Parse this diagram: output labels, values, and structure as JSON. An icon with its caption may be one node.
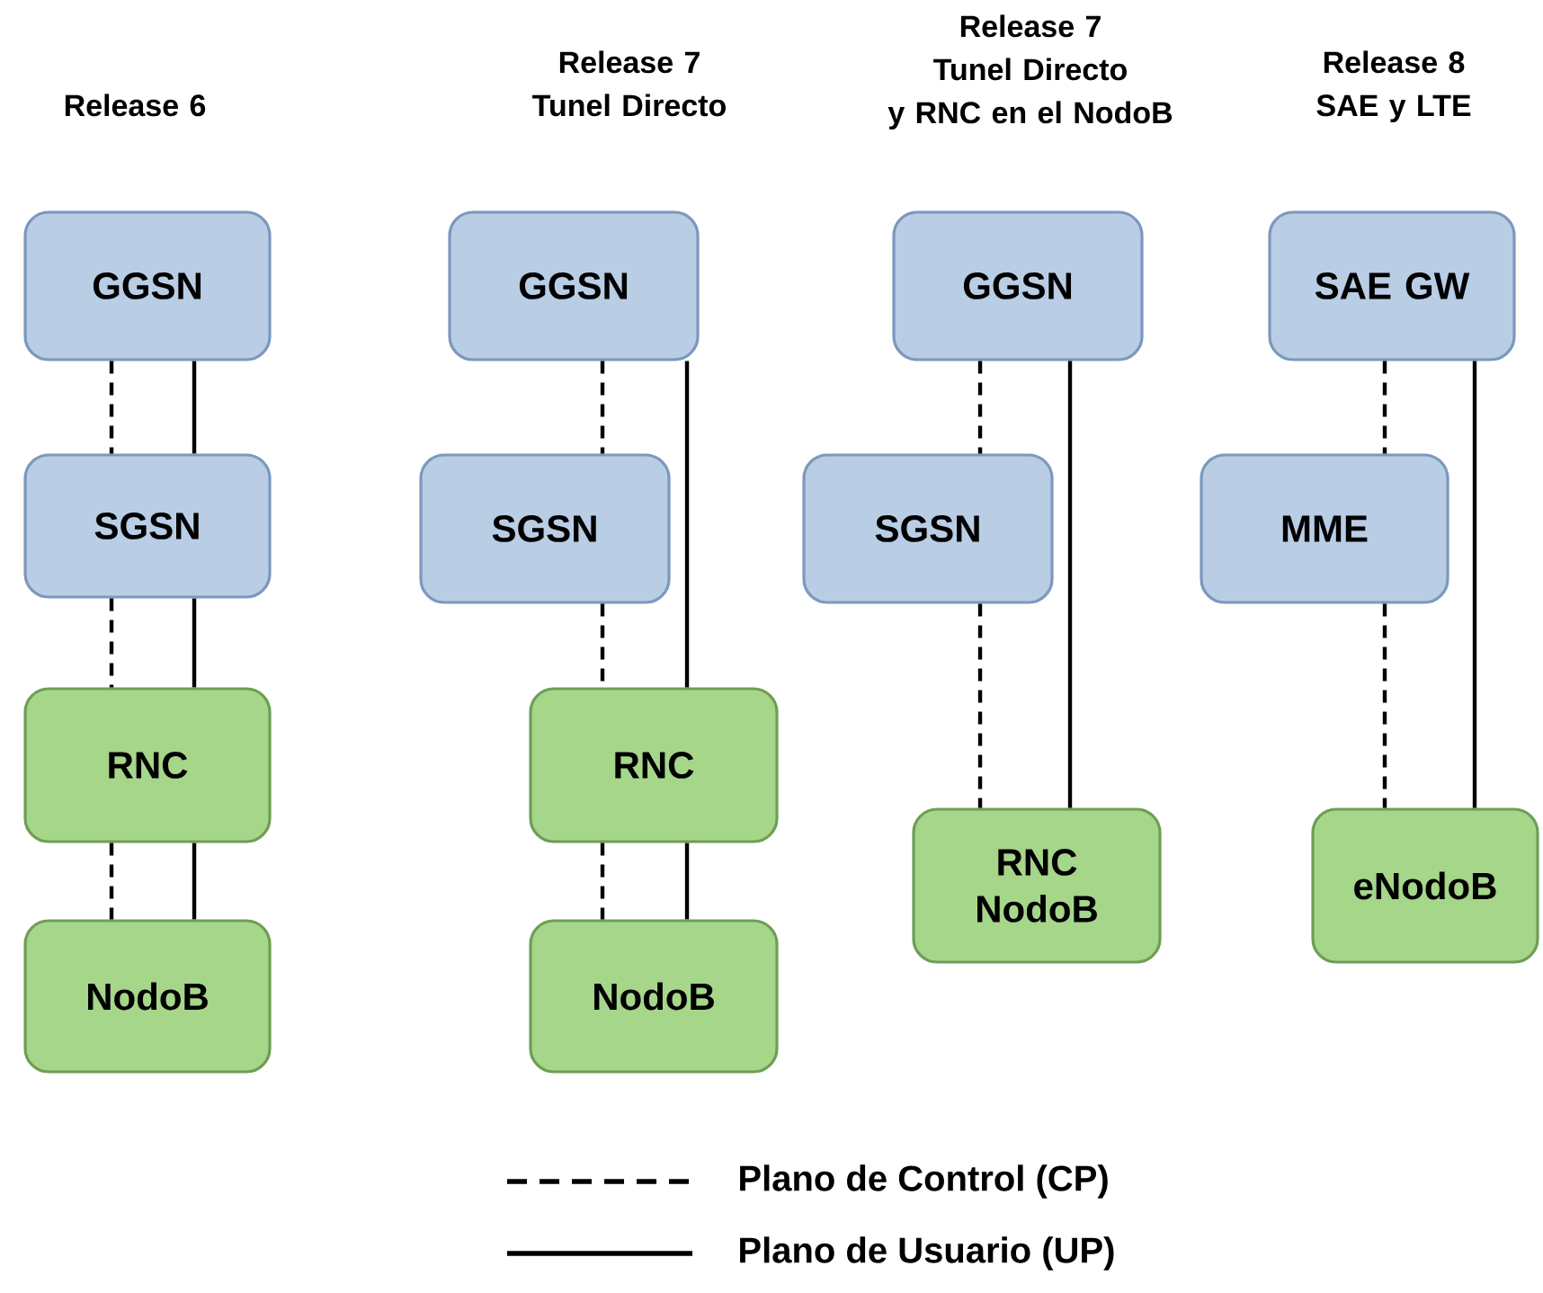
{
  "diagram": {
    "nodes": [
      {
        "text": [
          "GGSN"
        ]
      },
      {
        "text": [
          "SGSN"
        ]
      },
      {
        "text": [
          "RNC"
        ]
      },
      {
        "text": [
          "NodoB"
        ]
      },
      {
        "text": [
          "GGSN"
        ]
      },
      {
        "text": [
          "SGSN"
        ]
      },
      {
        "text": [
          "RNC"
        ]
      },
      {
        "text": [
          "NodoB"
        ]
      },
      {
        "text": [
          "GGSN"
        ]
      },
      {
        "text": [
          "SGSN"
        ]
      },
      {
        "text": [
          "RNC NodoB"
        ]
      },
      {
        "text": [
          "SAE GW"
        ]
      },
      {
        "text": [
          "MME"
        ]
      },
      {
        "text": [
          "eNodoB"
        ]
      }
    ],
    "edges": [
      {
        "from": 0,
        "to": 1,
        "arrow": "none",
        "style": "dashed"
      },
      {
        "from": 0,
        "to": 1,
        "arrow": "none"
      },
      {
        "from": 1,
        "to": 2,
        "arrow": "none",
        "style": "dashed"
      },
      {
        "from": 1,
        "to": 2,
        "arrow": "none"
      },
      {
        "from": 2,
        "to": 3,
        "arrow": "none",
        "style": "dashed"
      },
      {
        "from": 2,
        "to": 3,
        "arrow": "none"
      },
      {
        "from": 4,
        "to": 5,
        "arrow": "none",
        "style": "dashed"
      },
      {
        "from": 4,
        "to": 6,
        "arrow": "none"
      },
      {
        "from": 5,
        "to": 6,
        "arrow": "none",
        "style": "dashed"
      },
      {
        "from": 6,
        "to": 7,
        "arrow": "none",
        "style": "dashed"
      },
      {
        "from": 6,
        "to": 7,
        "arrow": "none"
      },
      {
        "from": 8,
        "to": 9,
        "arrow": "none",
        "style": "dashed"
      },
      {
        "from": 8,
        "to": 10,
        "arrow": "none"
      },
      {
        "from": 9,
        "to": 10,
        "arrow": "none",
        "style": "dashed"
      },
      {
        "from": 11,
        "to": 12,
        "arrow": "none",
        "style": "dashed"
      },
      {
        "from": 11,
        "to": 13,
        "arrow": "none"
      },
      {
        "from": 12,
        "to": 13,
        "arrow": "none",
        "style": "dashed"
      }
    ],
    "labels": [
      "Release 6",
      "Release 7 Tunel Directo",
      "Release 7 Tunel Directo y RNC en el NodoB",
      "Release 8 SAE y LTE"
    ],
    "legend": [
      {
        "text": "Plano de Control (CP)"
      },
      {
        "text": "Plano de Usuario (UP)"
      }
    ]
  }
}
